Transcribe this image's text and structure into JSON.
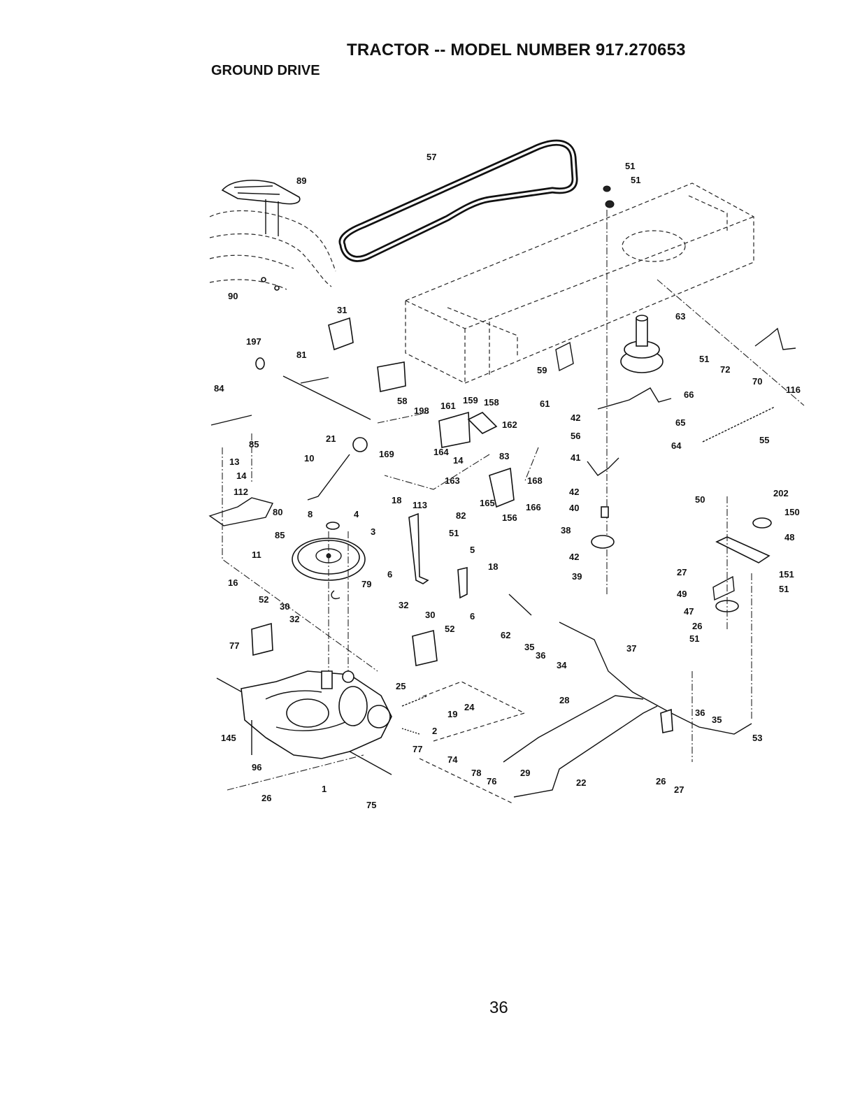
{
  "header": {
    "title": "TRACTOR -- MODEL NUMBER 917.270653",
    "subtitle": "GROUND DRIVE"
  },
  "footer": {
    "page_number": "36"
  },
  "parts": [
    "89",
    "57",
    "51",
    "51",
    "90",
    "31",
    "197",
    "81",
    "84",
    "85",
    "21",
    "10",
    "8",
    "13",
    "14",
    "112",
    "80",
    "85",
    "11",
    "4",
    "3",
    "79",
    "16",
    "52",
    "30",
    "32",
    "77",
    "145",
    "96",
    "26",
    "1",
    "58",
    "198",
    "161",
    "159",
    "158",
    "162",
    "169",
    "164",
    "14",
    "83",
    "163",
    "168",
    "165",
    "156",
    "166",
    "82",
    "18",
    "113",
    "51",
    "5",
    "18",
    "6",
    "6",
    "32",
    "30",
    "52",
    "25",
    "19",
    "24",
    "2",
    "77",
    "74",
    "78",
    "76",
    "75",
    "59",
    "61",
    "42",
    "56",
    "41",
    "42",
    "40",
    "38",
    "42",
    "39",
    "63",
    "66",
    "65",
    "64",
    "51",
    "72",
    "70",
    "116",
    "55",
    "50",
    "202",
    "150",
    "48",
    "27",
    "151",
    "51",
    "49",
    "47",
    "26",
    "51",
    "62",
    "35",
    "36",
    "34",
    "37",
    "28",
    "29",
    "22",
    "36",
    "35",
    "53",
    "26",
    "27"
  ]
}
